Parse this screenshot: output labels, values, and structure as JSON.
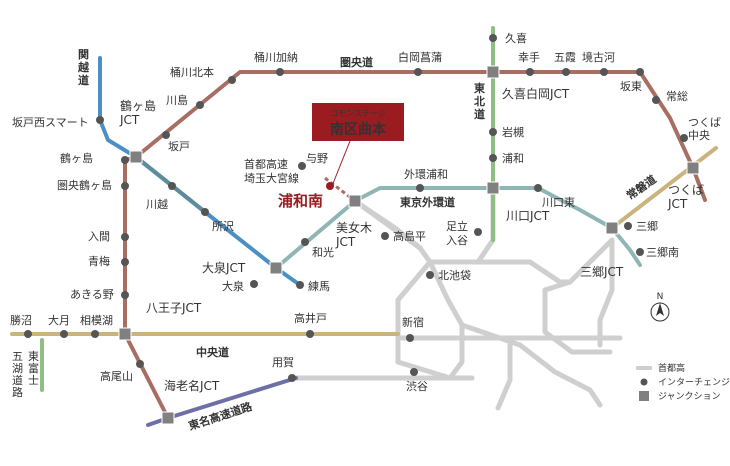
{
  "colors": {
    "ken_o": "#a86e62",
    "chuo": "#c9b57c",
    "kanetsu": "#4b8fc4",
    "tohoku": "#8fbe84",
    "joban": "#c9b57c",
    "gaikan": "#8fb5b5",
    "kengo": "#5f8c9c",
    "tomei": "#6f6fa8",
    "shutoko": "#cfcfcf",
    "junction_fill": "#808080",
    "interchange_fill": "#555555",
    "property_red": "#9b1c20",
    "jct_label": "#2a5c8a",
    "route_label_red": "#a04a3a",
    "route_label_green": "#4f8a4a",
    "route_label_blue": "#3a7fb4",
    "route_label_gold": "#b8962e"
  },
  "property": {
    "small_label": "コモンステージ",
    "name": "南区曲本"
  },
  "routes": {
    "ken_o": "圏央道",
    "kanetsu": "関越道",
    "tohoku": "東北道",
    "joban": "常磐道",
    "gaikan": "東京外環道",
    "chuo": "中央道",
    "tomei": "東名高速道路",
    "shuto_saitama": "首都高速\n埼玉大宮線",
    "higashi_fuji": "東富士\n五湖道路"
  },
  "junctions": [
    {
      "id": "tsurugashima-jct",
      "label": "鶴ヶ島\nJCT"
    },
    {
      "id": "kuki-shiraoka-jct",
      "label": "久喜白岡JCT"
    },
    {
      "id": "tsukuba-jct",
      "label": "つくば\nJCT"
    },
    {
      "id": "bijogi-jct",
      "label": "美女木\nJCT"
    },
    {
      "id": "kawaguchi-jct",
      "label": "川口JCT"
    },
    {
      "id": "misato-jct",
      "label": "三郷JCT"
    },
    {
      "id": "oizumi-jct",
      "label": "大泉JCT"
    },
    {
      "id": "hachioji-jct",
      "label": "八王子JCT"
    },
    {
      "id": "ebina-jct",
      "label": "海老名JCT"
    }
  ],
  "interchanges": [
    {
      "id": "kuki",
      "label": "久喜"
    },
    {
      "id": "satte",
      "label": "幸手"
    },
    {
      "id": "goka",
      "label": "五霞"
    },
    {
      "id": "sakaikoga",
      "label": "境古河"
    },
    {
      "id": "okegawa-kano",
      "label": "桶川加納"
    },
    {
      "id": "shiraoka-shobu",
      "label": "白岡菖蒲"
    },
    {
      "id": "okegawa-kitamoto",
      "label": "桶川北本"
    },
    {
      "id": "kawajima",
      "label": "川島"
    },
    {
      "id": "sakado",
      "label": "坂戸"
    },
    {
      "id": "sakado-nishi",
      "label": "坂戸西スマート"
    },
    {
      "id": "tsurugashima",
      "label": "鶴ヶ島"
    },
    {
      "id": "kenotsurugashima",
      "label": "圏央鶴ヶ島"
    },
    {
      "id": "kawagoe",
      "label": "川越"
    },
    {
      "id": "tokorozawa",
      "label": "所沢"
    },
    {
      "id": "iruma",
      "label": "入間"
    },
    {
      "id": "ome",
      "label": "青梅"
    },
    {
      "id": "akiruno",
      "label": "あきる野"
    },
    {
      "id": "bando",
      "label": "坂東"
    },
    {
      "id": "joso",
      "label": "常総"
    },
    {
      "id": "tsukuba-chuo",
      "label": "つくば\n中央"
    },
    {
      "id": "iwatsuki",
      "label": "岩槻"
    },
    {
      "id": "urawa",
      "label": "浦和"
    },
    {
      "id": "yono",
      "label": "与野"
    },
    {
      "id": "urawa-minami",
      "label": "浦和南"
    },
    {
      "id": "gaikan-urawa",
      "label": "外環浦和"
    },
    {
      "id": "kawaguchi-higashi",
      "label": "川口東"
    },
    {
      "id": "adachi-iriya",
      "label": "足立\n入谷"
    },
    {
      "id": "takashimadaira",
      "label": "高島平"
    },
    {
      "id": "wako",
      "label": "和光"
    },
    {
      "id": "oizumi",
      "label": "大泉"
    },
    {
      "id": "nerima",
      "label": "練馬"
    },
    {
      "id": "misato",
      "label": "三郷"
    },
    {
      "id": "misato-minami",
      "label": "三郷南"
    },
    {
      "id": "kitaikebukuro",
      "label": "北池袋"
    },
    {
      "id": "shinjuku",
      "label": "新宿"
    },
    {
      "id": "takaido",
      "label": "高井戸"
    },
    {
      "id": "shibuya",
      "label": "渋谷"
    },
    {
      "id": "yoga",
      "label": "用賀"
    },
    {
      "id": "katsunuma",
      "label": "勝沼"
    },
    {
      "id": "otsuki",
      "label": "大月"
    },
    {
      "id": "sagamiko",
      "label": "相模湖"
    },
    {
      "id": "takaosan",
      "label": "高尾山"
    }
  ],
  "legend": {
    "shutoko": "首都高",
    "interchange": "インターチェンジ",
    "junction": "ジャンクション"
  },
  "compass": "N"
}
